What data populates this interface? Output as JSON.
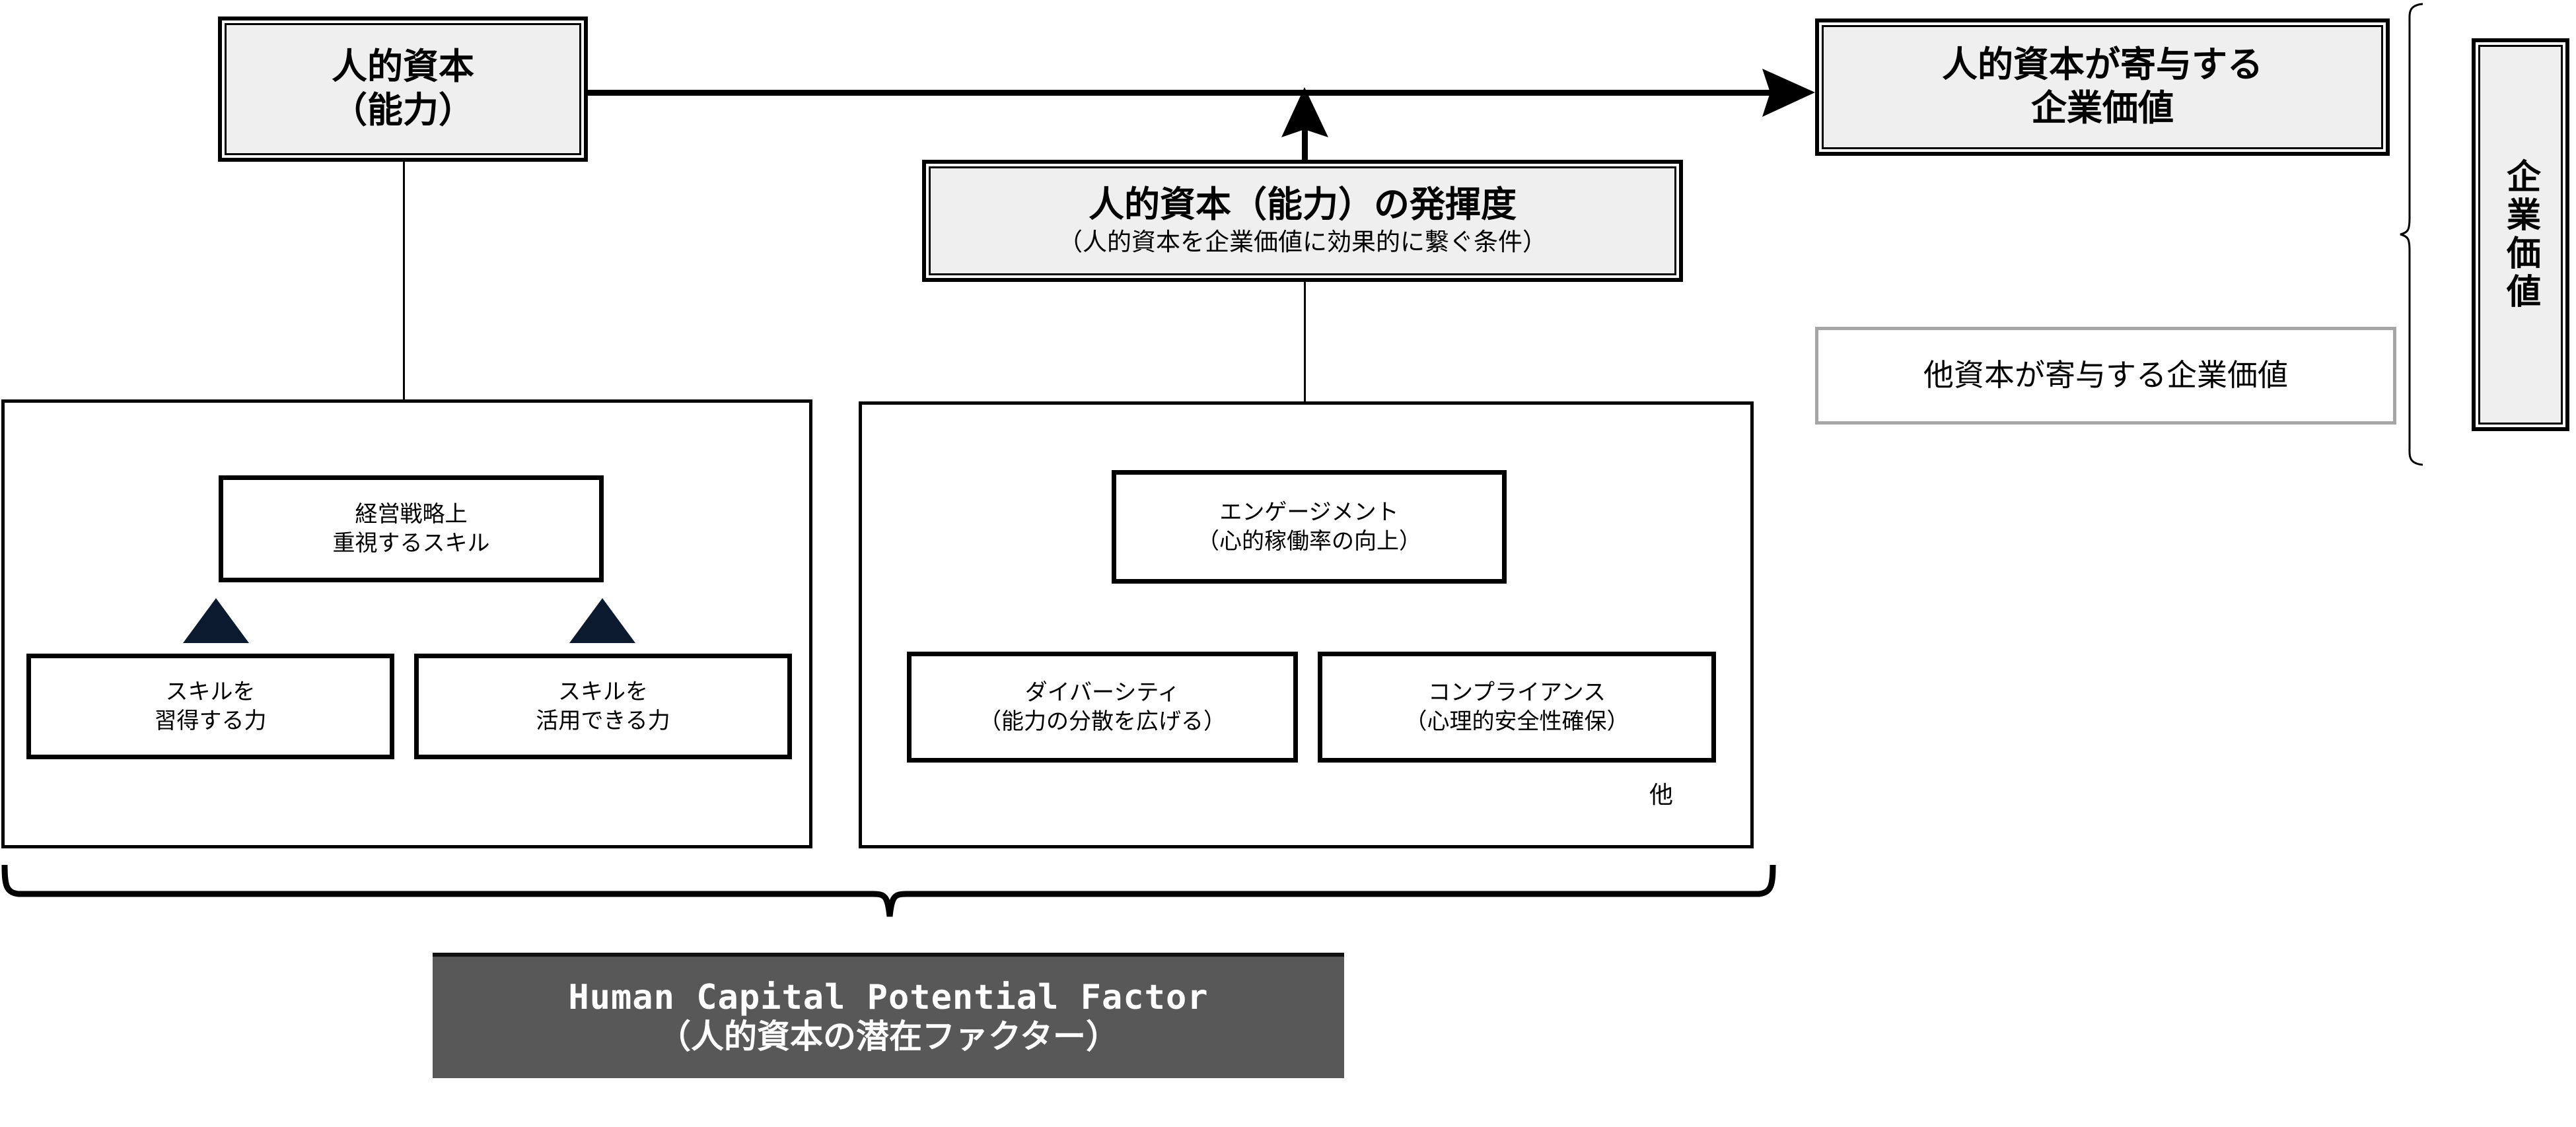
{
  "diagram": {
    "title_note": "Human capital value creation diagram",
    "colors": {
      "box_fill_emphasis": "#efefef",
      "box_fill_plain": "#ffffff",
      "border_black": "#000000",
      "border_gray": "#a6a6a6",
      "band_fill": "#585858",
      "band_text": "#ffffff",
      "triangle": "#0b1a2e"
    }
  },
  "nodes": {
    "human_capital": {
      "line1": "人的資本",
      "line2": "（能力）"
    },
    "human_capital_value": {
      "line1": "人的資本が寄与する",
      "line2": "企業価値"
    },
    "utilization": {
      "title": "人的資本（能力）の発揮度",
      "subtitle": "（人的資本を企業価値に効果的に繋ぐ条件）"
    },
    "other_capital_value": {
      "label": "他資本が寄与する企業価値"
    },
    "enterprise_value": {
      "label": "企業価値"
    },
    "skill_focus": {
      "line1": "経営戦略上",
      "line2": "重視するスキル"
    },
    "skill_acquire": {
      "line1": "スキルを",
      "line2": "習得する力"
    },
    "skill_apply": {
      "line1": "スキルを",
      "line2": "活用できる力"
    },
    "engagement": {
      "line1": "エンゲージメント",
      "line2": "（心的稼働率の向上）"
    },
    "diversity": {
      "line1": "ダイバーシティ",
      "line2": "（能力の分散を広げる）"
    },
    "compliance": {
      "line1": "コンプライアンス",
      "line2": "（心理的安全性確保）"
    },
    "etc_marker": {
      "label": "他"
    },
    "footer_band": {
      "line1": "Human Capital Potential Factor",
      "line2": "（人的資本の潜在ファクター）"
    }
  }
}
